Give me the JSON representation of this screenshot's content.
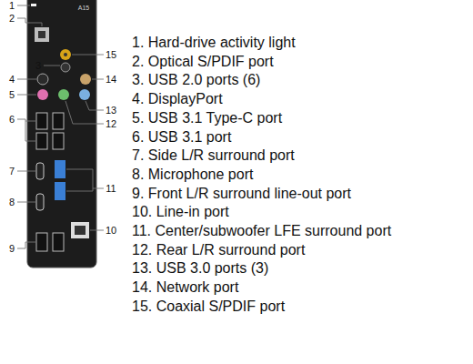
{
  "diagram": {
    "labels": [
      "1",
      "2",
      "3",
      "4",
      "5",
      "6",
      "7",
      "8",
      "9",
      "10",
      "11",
      "12",
      "13",
      "14",
      "15",
      "A15",
      "1. Hard-drive activity light",
      "2. Optical S/PDIF port",
      "3. USB 2.0 ports (6)",
      "4. DisplayPort",
      "5. USB 3.1 Type-C port",
      "6. USB 3.1 port",
      "7. Side L/R surround port",
      "8. Microphone port",
      "9. Front L/R surround line-out port",
      "10. Line-in port",
      "11. Center/subwoofer LFE surround port",
      "12. Rear L/R surround port",
      "13. USB 3.0 ports (3)",
      "14. Network port",
      "15. Coaxial S/PDIF port"
    ]
  }
}
